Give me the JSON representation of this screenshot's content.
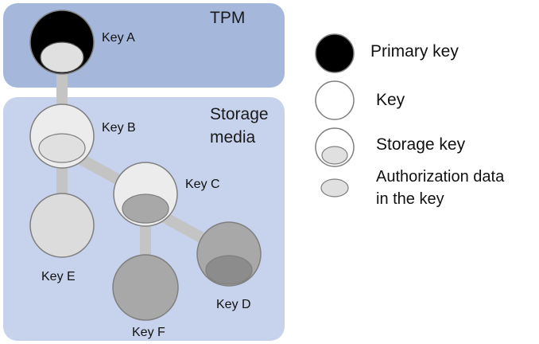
{
  "colors": {
    "tpm_zone": "#a5b8dc",
    "storage_zone": "#c7d2ec",
    "primary_key": "#000000",
    "key_light": "#ececec",
    "key_medium": "#dcdcdc",
    "key_dark": "#a8a8a8",
    "auth_light": "#e0e0e0",
    "auth_dark": "#8c8c8c",
    "connector": "#c4c4c4",
    "outline": "#7f7f7f"
  },
  "zones": {
    "tpm": {
      "label": "TPM"
    },
    "storage": {
      "label_line1": "Storage",
      "label_line2": "media"
    }
  },
  "keys": {
    "key_a": {
      "label": "Key A",
      "type": "primary key"
    },
    "key_b": {
      "label": "Key B",
      "type": "storage key"
    },
    "key_c": {
      "label": "Key C",
      "type": "storage key"
    },
    "key_d": {
      "label": "Key D",
      "type": "storage key"
    },
    "key_e": {
      "label": "Key E",
      "type": "key"
    },
    "key_f": {
      "label": "Key F",
      "type": "key"
    }
  },
  "legend": {
    "primary_key": "Primary key",
    "key": "Key",
    "storage_key": "Storage key",
    "auth_line1": "Authorization data",
    "auth_line2": "in the key"
  }
}
